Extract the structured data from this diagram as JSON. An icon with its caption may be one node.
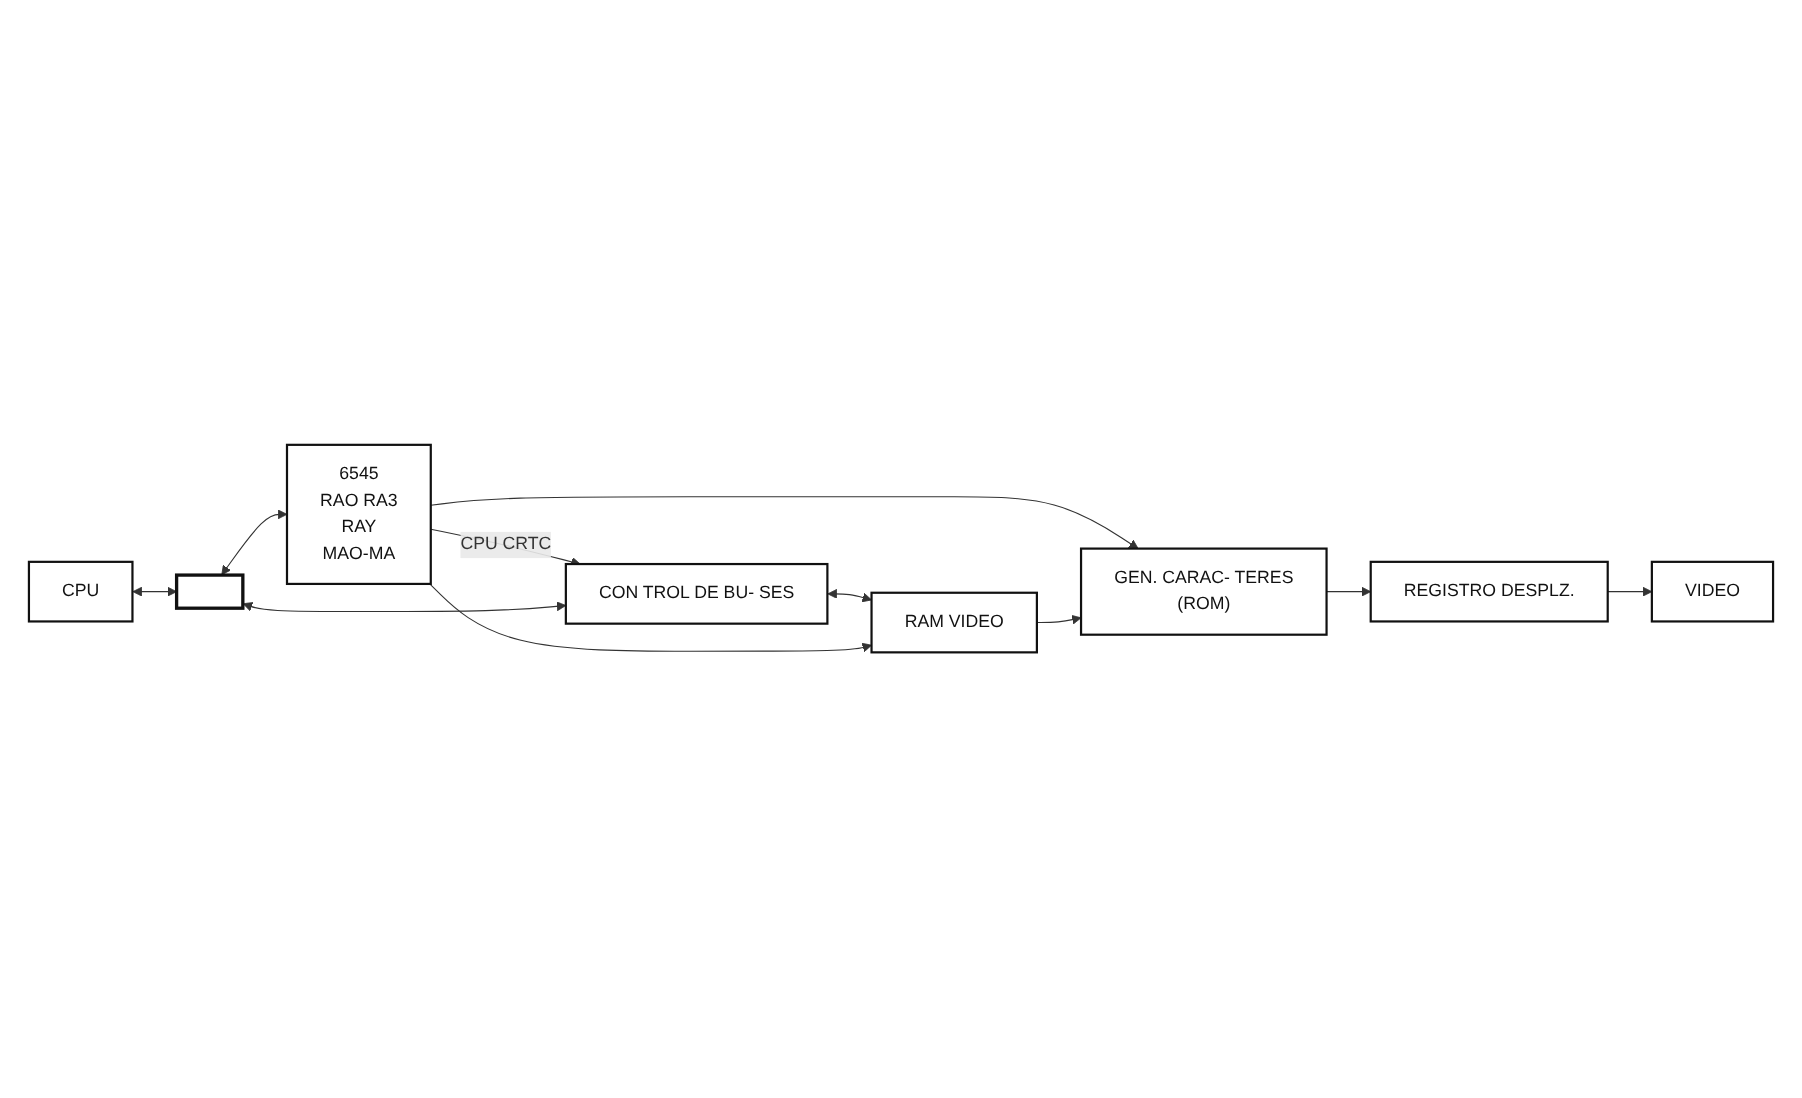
{
  "diagram": {
    "nodes": [
      {
        "text": [
          "CPU"
        ]
      },
      {
        "text": [],
        "shape": "bar"
      },
      {
        "text": [
          "6545",
          "RAO RA3",
          "RAY",
          "MAO-MA"
        ]
      },
      {
        "text": [
          "CON TROL DE BU- SES"
        ]
      },
      {
        "text": [
          "RAM VIDEO"
        ]
      },
      {
        "text": [
          "GEN. CARAC- TERES",
          "(ROM)"
        ]
      },
      {
        "text": [
          "REGISTRO DESPLZ."
        ]
      },
      {
        "text": [
          "VIDEO"
        ]
      }
    ],
    "edges": [
      {
        "from": 0,
        "to": 1,
        "arrow": "both"
      },
      {
        "from": 1,
        "to": 2,
        "arrow": "both"
      },
      {
        "from": 2,
        "to": 3,
        "arrow": "to",
        "label": "CPU CRTC"
      },
      {
        "from": 1,
        "to": 3,
        "arrow": "both"
      },
      {
        "from": 3,
        "to": 4,
        "arrow": "both"
      },
      {
        "from": 2,
        "to": 4,
        "arrow": "to"
      },
      {
        "from": 2,
        "to": 5,
        "arrow": "to"
      },
      {
        "from": 4,
        "to": 5,
        "arrow": "to"
      },
      {
        "from": 5,
        "to": 6,
        "arrow": "to"
      },
      {
        "from": 6,
        "to": 7,
        "arrow": "to"
      }
    ]
  }
}
